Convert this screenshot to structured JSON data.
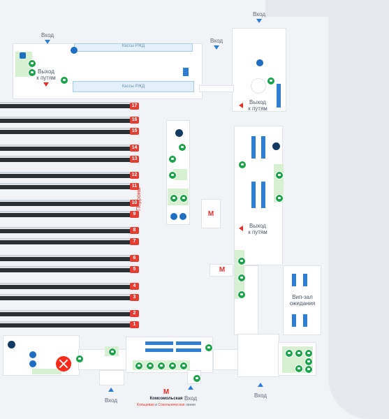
{
  "labels": {
    "entrance": "Вход",
    "exit_to_tracks": "Выход к путям",
    "exit_to_tracks_line1": "Выход",
    "exit_to_tracks_line2": "к путям",
    "kassa": "Кассы РЖД",
    "platforms": "Перроны",
    "vip_line1": "Вип-зал",
    "vip_line2": "ожидания",
    "metro_station": "Комсомольская",
    "metro_lines_part1": "Кольцевая",
    "metro_lines_and": " и ",
    "metro_lines_part2": "Сокольническая",
    "metro_lines_suffix": " линии"
  },
  "platforms": [
    "17",
    "16",
    "15",
    "14",
    "13",
    "12",
    "11",
    "10",
    "9",
    "8",
    "7",
    "6",
    "5",
    "4",
    "3",
    "2",
    "1"
  ],
  "icons": {
    "info": "info-icon",
    "toilet": "toilet-icon",
    "cafe": "cafe-icon",
    "atm": "atm-icon",
    "metro": "metro-icon",
    "closed": "closed-x-icon"
  },
  "colors": {
    "accent_red": "#e63c31",
    "accent_blue": "#2a7fd4",
    "green": "#1aa34a",
    "track": "#2b2f36"
  }
}
